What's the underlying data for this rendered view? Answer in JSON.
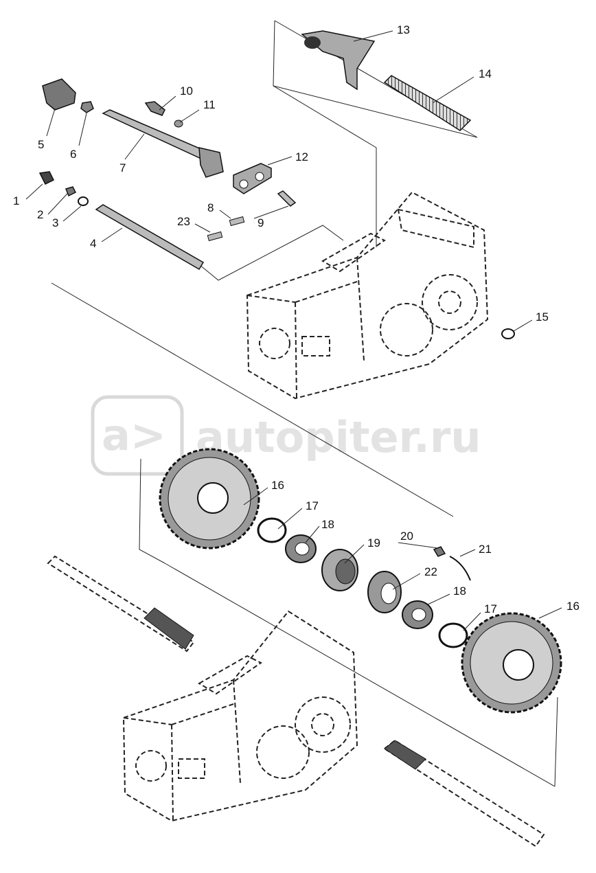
{
  "watermark": {
    "text": "autopiter.ru",
    "logo_glyph": "a>"
  },
  "callouts": [
    "1",
    "2",
    "3",
    "4",
    "5",
    "6",
    "7",
    "8",
    "9",
    "10",
    "11",
    "12",
    "13",
    "14",
    "15",
    "16",
    "17",
    "18",
    "19",
    "20",
    "21",
    "22",
    "23"
  ],
  "repeated_callouts": {
    "label_16b": "16",
    "label_17b": "17",
    "label_18b": "18"
  },
  "colors": {
    "ink": "#111111",
    "watermark": "#d9d9d9",
    "background": "#ffffff"
  }
}
